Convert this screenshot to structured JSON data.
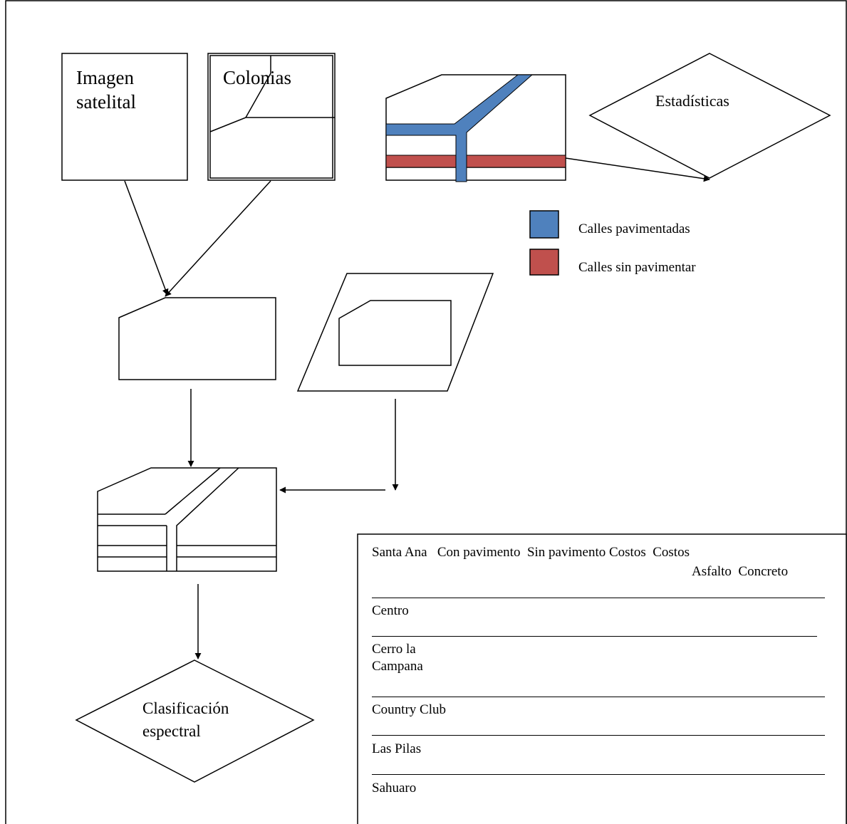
{
  "diagram": {
    "nodes": {
      "satellite_image": "Imagen satelital",
      "colonies": "Colonias",
      "statistics": "Estadísticas",
      "spectral_classification": "Clasificación espectral"
    },
    "legend": [
      {
        "label": "Calles pavimentadas",
        "color": "#4f81bd"
      },
      {
        "label": "Calles sin pavimentar",
        "color": "#c0504d"
      }
    ]
  },
  "table": {
    "header_line1": "Santa Ana   Con pavimento  Sin pavimento Costos  Costos",
    "header_line2": "Asfalto  Concreto",
    "rows": [
      "Centro",
      "Cerro la Campana",
      "Country Club",
      "Las Pilas",
      "Sahuaro"
    ]
  },
  "colors": {
    "paved": "#4f81bd",
    "unpaved": "#c0504d",
    "stroke": "#000000"
  }
}
